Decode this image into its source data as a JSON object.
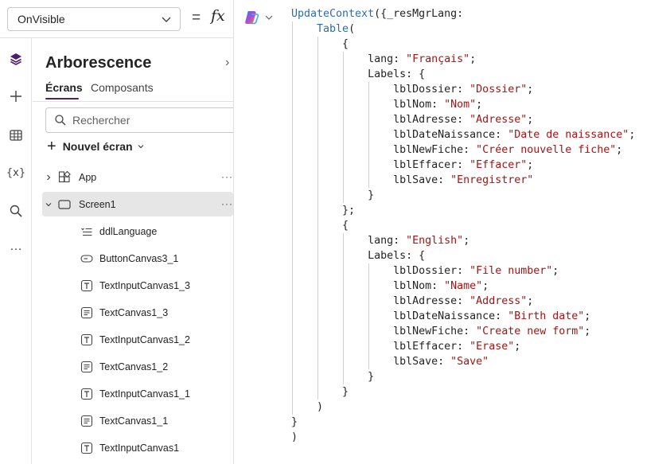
{
  "formula_bar": {
    "property": "OnVisible",
    "equals": "=",
    "fx": "fx"
  },
  "rail": {
    "items": [
      "layers-icon",
      "plus-icon",
      "table-icon",
      "variables-icon",
      "search-icon",
      "more-icon"
    ],
    "variables_label": "{x}",
    "more_label": "…"
  },
  "tree_panel": {
    "title": "Arborescence",
    "close": "›",
    "tabs": [
      {
        "label": "Écrans",
        "active": true
      },
      {
        "label": "Composants",
        "active": false
      }
    ],
    "search_placeholder": "Rechercher",
    "new_screen": "Nouvel écran",
    "items": [
      {
        "label": "App",
        "icon": "app-icon",
        "expander": "right",
        "level": 0,
        "more": "···"
      },
      {
        "label": "Screen1",
        "icon": "screen-icon",
        "expander": "down",
        "level": 0,
        "more": "···",
        "selected": true
      },
      {
        "label": "ddlLanguage",
        "icon": "dropdown-icon",
        "level": 1
      },
      {
        "label": "ButtonCanvas3_1",
        "icon": "button-icon",
        "level": 1
      },
      {
        "label": "TextInputCanvas1_3",
        "icon": "text-input-icon",
        "level": 1
      },
      {
        "label": "TextCanvas1_3",
        "icon": "text-icon",
        "level": 1
      },
      {
        "label": "TextInputCanvas1_2",
        "icon": "text-input-icon",
        "level": 1
      },
      {
        "label": "TextCanvas1_2",
        "icon": "text-icon",
        "level": 1
      },
      {
        "label": "TextInputCanvas1_1",
        "icon": "text-input-icon",
        "level": 1
      },
      {
        "label": "TextCanvas1_1",
        "icon": "text-icon",
        "level": 1
      },
      {
        "label": "TextInputCanvas1",
        "icon": "text-input-icon",
        "level": 1
      }
    ]
  },
  "editor": {
    "copilot_icon": "copilot-icon",
    "colors": {
      "function": "#2b6cb3",
      "string": "#a31515",
      "text": "#242424",
      "guide": "#d0d0d0"
    },
    "lines": [
      {
        "indent": 0,
        "tokens": [
          [
            "fn",
            "UpdateContext"
          ],
          [
            "plain",
            "({_resMgrLang:"
          ]
        ]
      },
      {
        "indent": 1,
        "tokens": [
          [
            "fn",
            "Table"
          ],
          [
            "plain",
            "("
          ]
        ]
      },
      {
        "indent": 2,
        "tokens": [
          [
            "plain",
            "{"
          ]
        ]
      },
      {
        "indent": 3,
        "tokens": [
          [
            "plain",
            "lang: "
          ],
          [
            "str",
            "\"Français\""
          ],
          [
            "plain",
            ";"
          ]
        ]
      },
      {
        "indent": 3,
        "tokens": [
          [
            "plain",
            "Labels: {"
          ]
        ]
      },
      {
        "indent": 4,
        "tokens": [
          [
            "plain",
            "lblDossier: "
          ],
          [
            "str",
            "\"Dossier\""
          ],
          [
            "plain",
            ";"
          ]
        ]
      },
      {
        "indent": 4,
        "tokens": [
          [
            "plain",
            "lblNom: "
          ],
          [
            "str",
            "\"Nom\""
          ],
          [
            "plain",
            ";"
          ]
        ]
      },
      {
        "indent": 4,
        "tokens": [
          [
            "plain",
            "lblAdresse: "
          ],
          [
            "str",
            "\"Adresse\""
          ],
          [
            "plain",
            ";"
          ]
        ]
      },
      {
        "indent": 4,
        "tokens": [
          [
            "plain",
            "lblDateNaissance: "
          ],
          [
            "str",
            "\"Date de naissance\""
          ],
          [
            "plain",
            ";"
          ]
        ]
      },
      {
        "indent": 4,
        "tokens": [
          [
            "plain",
            "lblNewFiche: "
          ],
          [
            "str",
            "\"Créer nouvelle fiche\""
          ],
          [
            "plain",
            ";"
          ]
        ]
      },
      {
        "indent": 4,
        "tokens": [
          [
            "plain",
            "lblEffacer: "
          ],
          [
            "str",
            "\"Effacer\""
          ],
          [
            "plain",
            ";"
          ]
        ]
      },
      {
        "indent": 4,
        "tokens": [
          [
            "plain",
            "lblSave: "
          ],
          [
            "str",
            "\"Enregistrer\""
          ]
        ]
      },
      {
        "indent": 3,
        "tokens": [
          [
            "plain",
            "}"
          ]
        ]
      },
      {
        "indent": 2,
        "tokens": [
          [
            "plain",
            "};"
          ]
        ]
      },
      {
        "indent": 2,
        "tokens": [
          [
            "plain",
            "{"
          ]
        ]
      },
      {
        "indent": 3,
        "tokens": [
          [
            "plain",
            "lang: "
          ],
          [
            "str",
            "\"English\""
          ],
          [
            "plain",
            ";"
          ]
        ]
      },
      {
        "indent": 3,
        "tokens": [
          [
            "plain",
            "Labels: {"
          ]
        ]
      },
      {
        "indent": 4,
        "tokens": [
          [
            "plain",
            "lblDossier: "
          ],
          [
            "str",
            "\"File number\""
          ],
          [
            "plain",
            ";"
          ]
        ]
      },
      {
        "indent": 4,
        "tokens": [
          [
            "plain",
            "lblNom: "
          ],
          [
            "str",
            "\"Name\""
          ],
          [
            "plain",
            ";"
          ]
        ]
      },
      {
        "indent": 4,
        "tokens": [
          [
            "plain",
            "lblAdresse: "
          ],
          [
            "str",
            "\"Address\""
          ],
          [
            "plain",
            ";"
          ]
        ]
      },
      {
        "indent": 4,
        "tokens": [
          [
            "plain",
            "lblDateNaissance: "
          ],
          [
            "str",
            "\"Birth date\""
          ],
          [
            "plain",
            ";"
          ]
        ]
      },
      {
        "indent": 4,
        "tokens": [
          [
            "plain",
            "lblNewFiche: "
          ],
          [
            "str",
            "\"Create new form\""
          ],
          [
            "plain",
            ";"
          ]
        ]
      },
      {
        "indent": 4,
        "tokens": [
          [
            "plain",
            "lblEffacer: "
          ],
          [
            "str",
            "\"Erase\""
          ],
          [
            "plain",
            ";"
          ]
        ]
      },
      {
        "indent": 4,
        "tokens": [
          [
            "plain",
            "lblSave: "
          ],
          [
            "str",
            "\"Save\""
          ]
        ]
      },
      {
        "indent": 3,
        "tokens": [
          [
            "plain",
            "}"
          ]
        ]
      },
      {
        "indent": 2,
        "tokens": [
          [
            "plain",
            "}"
          ]
        ]
      },
      {
        "indent": 1,
        "tokens": [
          [
            "plain",
            ")"
          ]
        ]
      },
      {
        "indent": 0,
        "tokens": [
          [
            "plain",
            "}"
          ]
        ]
      },
      {
        "indent": 0,
        "tokens": [
          [
            "plain",
            ")"
          ]
        ]
      }
    ]
  }
}
